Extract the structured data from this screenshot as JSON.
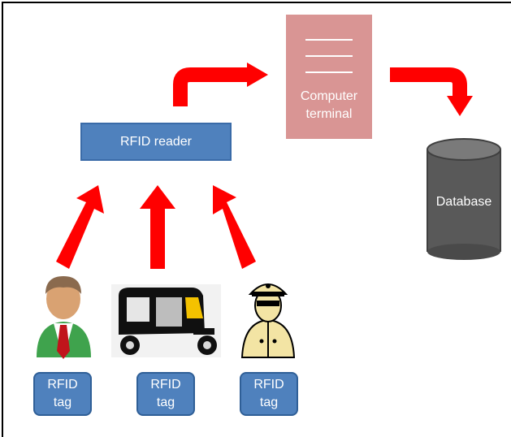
{
  "reader": {
    "label": "RFID reader"
  },
  "terminal": {
    "label_line1": "Computer",
    "label_line2": "terminal"
  },
  "database": {
    "label": "Database"
  },
  "tags": [
    {
      "line1": "RFID",
      "line2": "tag"
    },
    {
      "line1": "RFID",
      "line2": "tag"
    },
    {
      "line1": "RFID",
      "line2": "tag"
    }
  ],
  "entities": [
    "person-icon",
    "auto-rickshaw-icon",
    "officer-icon"
  ],
  "colors": {
    "arrow": "#ff0000",
    "box_blue": "#4f81bd",
    "terminal_pink": "#d99594",
    "database_gray": "#595959"
  }
}
